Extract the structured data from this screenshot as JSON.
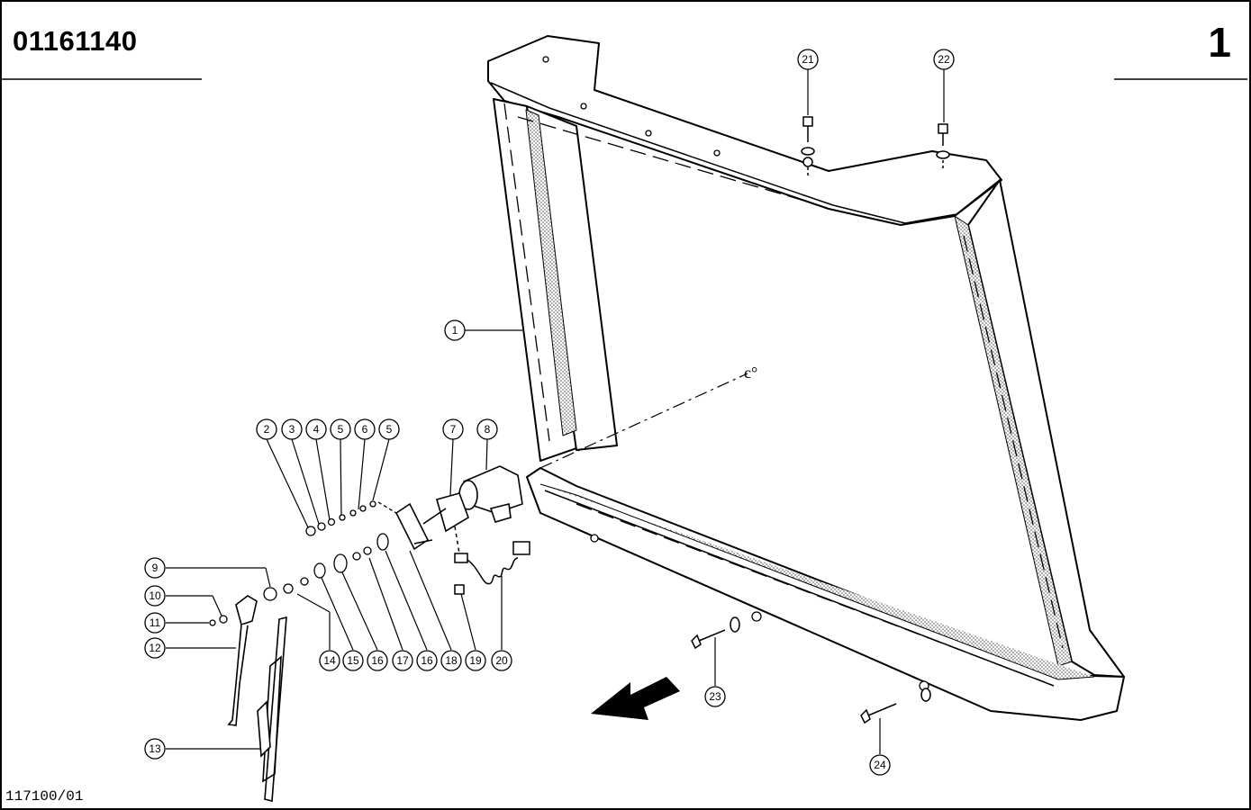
{
  "header": {
    "part_number": "01161140",
    "page_number": "1"
  },
  "footer": {
    "drawing_ref": "117100/01"
  },
  "callouts": [
    "1",
    "2",
    "3",
    "4",
    "5",
    "6",
    "5",
    "7",
    "8",
    "9",
    "10",
    "11",
    "12",
    "13",
    "14",
    "15",
    "16",
    "17",
    "16",
    "18",
    "19",
    "20",
    "21",
    "22",
    "23",
    "24"
  ]
}
